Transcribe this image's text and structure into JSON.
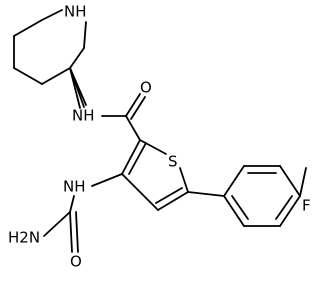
{
  "molecule": {
    "labels": {
      "nh_ring": "NH",
      "nh_amide": "NH",
      "o_amide": "O",
      "s_ring": "S",
      "nh_urea": "NH",
      "h2n": "H2N",
      "o_urea": "O",
      "f": "F"
    }
  }
}
